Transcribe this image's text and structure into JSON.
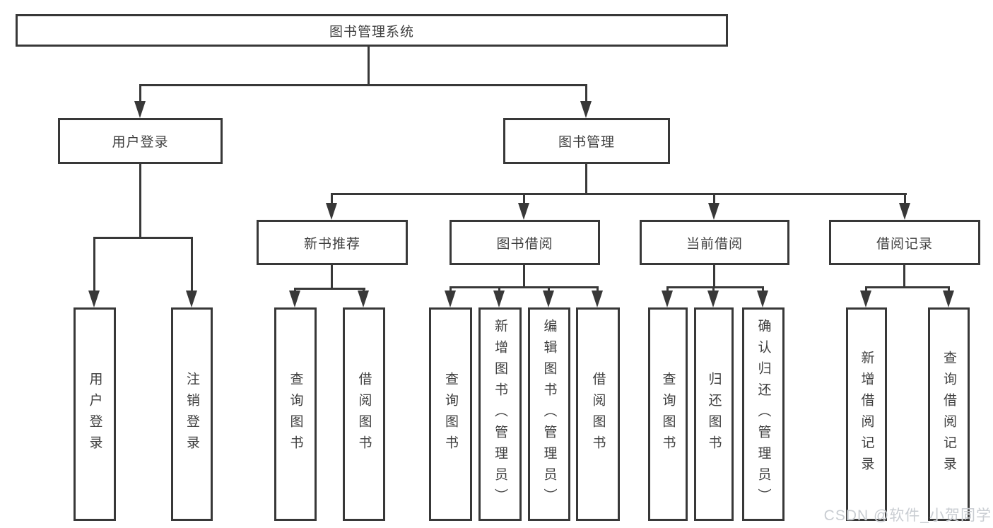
{
  "tree": {
    "label": "图书管理系统",
    "children": [
      {
        "label": "用户登录",
        "children": [
          {
            "label": "用户登录"
          },
          {
            "label": "注销登录"
          }
        ]
      },
      {
        "label": "图书管理",
        "children": [
          {
            "label": "新书推荐",
            "children": [
              {
                "label": "查询图书"
              },
              {
                "label": "借阅图书"
              }
            ]
          },
          {
            "label": "图书借阅",
            "children": [
              {
                "label": "查询图书"
              },
              {
                "label": "新增图书（管理员）"
              },
              {
                "label": "编辑图书（管理员）"
              },
              {
                "label": "借阅图书"
              }
            ]
          },
          {
            "label": "当前借阅",
            "children": [
              {
                "label": "查询图书"
              },
              {
                "label": "归还图书"
              },
              {
                "label": "确认归还（管理员）"
              }
            ]
          },
          {
            "label": "借阅记录",
            "children": [
              {
                "label": "新增借阅记录"
              },
              {
                "label": "查询借阅记录"
              }
            ]
          }
        ]
      }
    ]
  },
  "watermark": "CSDN @软件_小贺同学",
  "colors": {
    "line": "#383838",
    "box_border": "#383838",
    "text": "#3f3f3f",
    "watermark": "#c9cdd2",
    "background": "#ffffff"
  }
}
